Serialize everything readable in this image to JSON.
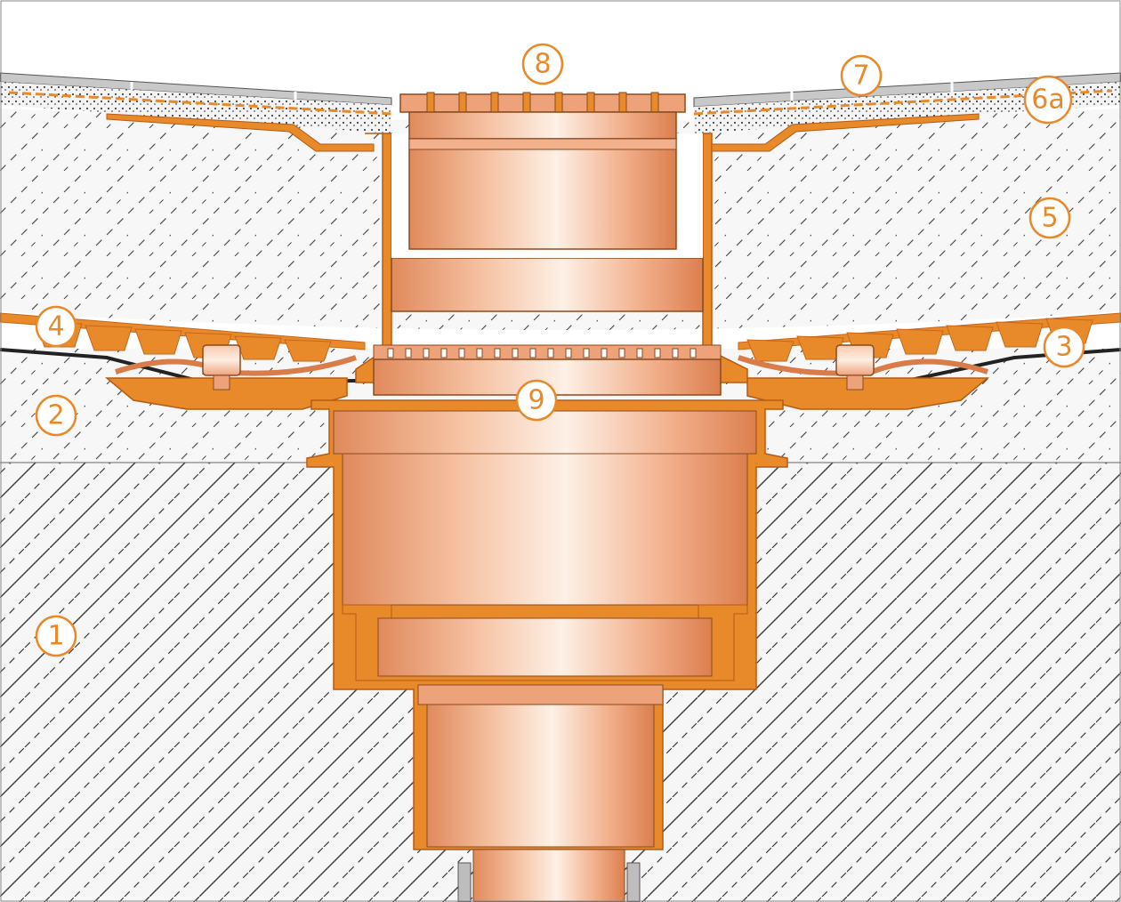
{
  "colors": {
    "orange": "#e8892a",
    "orange_dark": "#c9661a",
    "copper_light": "#fbe3d2",
    "copper_mid": "#eea27a",
    "copper_dark": "#d97c4a",
    "concrete": "#f4f4f4",
    "hatch": "#333333",
    "tile": "#c9c9c9",
    "membrane": "#222222"
  },
  "labels": [
    {
      "id": "1",
      "text": "1"
    },
    {
      "id": "2",
      "text": "2"
    },
    {
      "id": "3",
      "text": "3"
    },
    {
      "id": "4",
      "text": "4"
    },
    {
      "id": "5",
      "text": "5"
    },
    {
      "id": "6a",
      "text": "6a"
    },
    {
      "id": "7",
      "text": "7"
    },
    {
      "id": "8",
      "text": "8"
    },
    {
      "id": "9",
      "text": "9"
    }
  ]
}
